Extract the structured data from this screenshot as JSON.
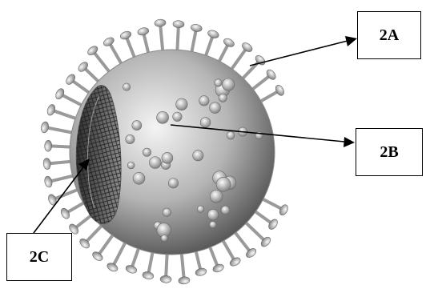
{
  "labels": {
    "a": "2A",
    "b": "2B",
    "c": "2C"
  },
  "colors": {
    "sphere_light": "#f2f2f2",
    "sphere_mid": "#a8a8a8",
    "sphere_dark": "#4a4a4a",
    "core_mesh": "#3a3a3a",
    "arrow": "#000000"
  }
}
